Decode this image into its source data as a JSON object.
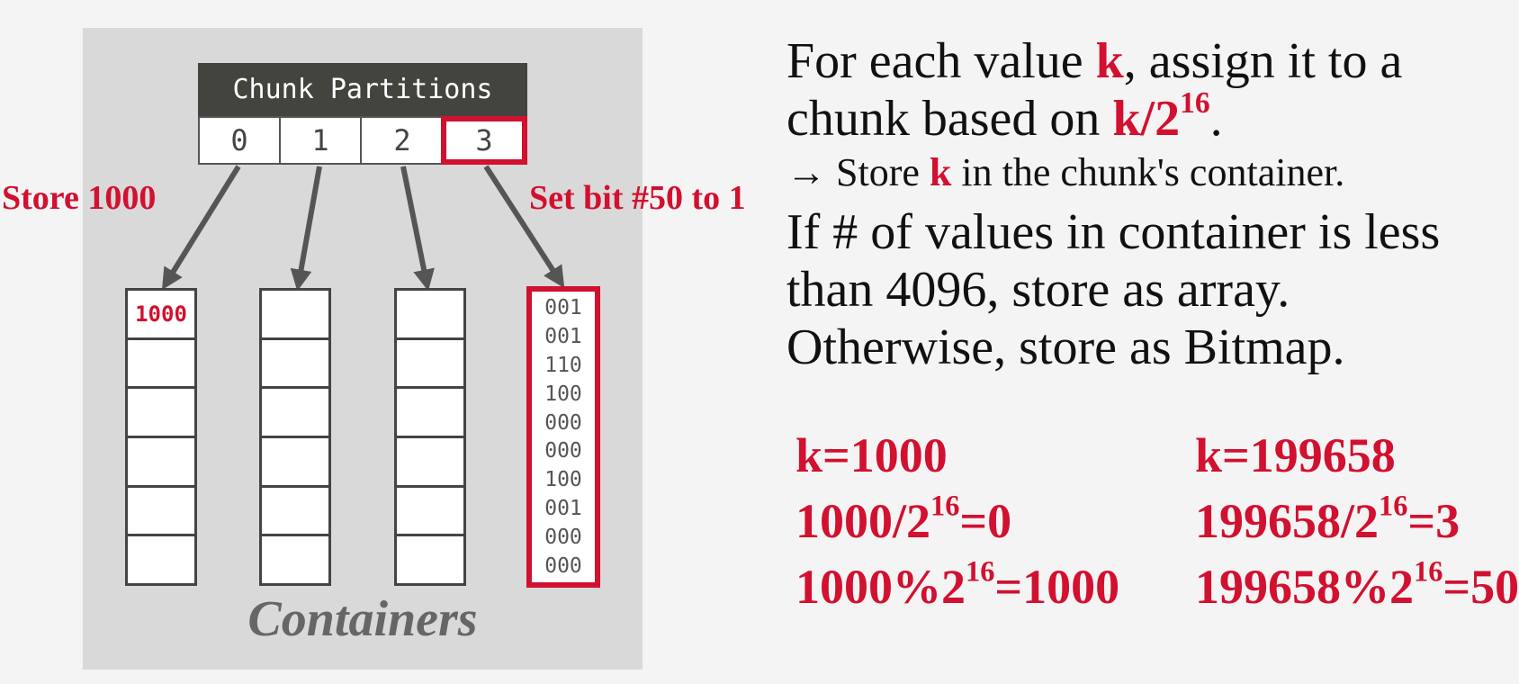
{
  "diagram": {
    "header_label": "Chunk Partitions",
    "partitions": [
      "0",
      "1",
      "2",
      "3"
    ],
    "highlighted_partition": "3",
    "store_label": "Store 1000",
    "set_bit_label": "Set bit #50 to 1",
    "array_value": "1000",
    "bitmap_rows": [
      "001",
      "001",
      "110",
      "100",
      "000",
      "000",
      "100",
      "001",
      "000",
      "000"
    ],
    "containers_label": "Containers"
  },
  "text": {
    "line1_a": "For each value ",
    "line1_k": "k",
    "line1_b": ", assign it to a",
    "line2_a": "chunk based on ",
    "line2_expr": "k/2",
    "line2_exp": "16",
    "line2_end": ".",
    "line3_arrow": "→ Store ",
    "line3_k": "k",
    "line3_b": " in the chunk's container.",
    "line4": "If # of values in container is less",
    "line5": "than 4096, store as array.",
    "line6": "Otherwise, store as Bitmap."
  },
  "examples": {
    "left": {
      "k": "k=1000",
      "div_a": "1000/2",
      "div_exp": "16",
      "div_b": "=0",
      "mod_a": "1000%2",
      "mod_exp": "16",
      "mod_b": "=1000"
    },
    "right": {
      "k": "k=199658",
      "div_a": "199658/2",
      "div_exp": "16",
      "div_b": "=3",
      "mod_a": "199658%2",
      "mod_exp": "16",
      "mod_b": "=50"
    }
  },
  "colors": {
    "accent": "#d2102f",
    "header_bg": "#44443f",
    "panel_bg": "#d9d9d9",
    "arrow": "#555555"
  }
}
